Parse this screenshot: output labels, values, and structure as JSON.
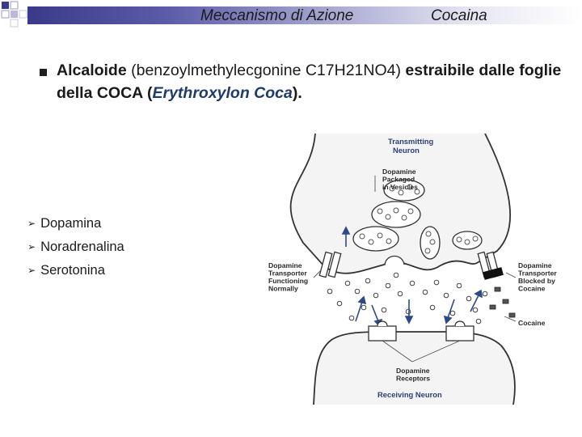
{
  "header": {
    "title_left": "Meccanismo di Azione",
    "title_right": "Cocaina"
  },
  "bullet": {
    "lead": "Alcaloide",
    "formula_text": "(benzoylmethylecgonine C17H21NO4)",
    "after": " estraibile dalle foglie della COCA (",
    "species": "Erythroxylon Coca",
    "end": ")."
  },
  "neurotransmitters": [
    "Dopamina",
    "Noradrenalina",
    "Serotonina"
  ],
  "diagram": {
    "transmitting_neuron": [
      "Transmitting",
      "Neuron"
    ],
    "dopamine_packaged": [
      "Dopamine",
      "Packaged",
      "in Vesicles"
    ],
    "transporter_normal": [
      "Dopamine",
      "Transporter",
      "Functioning",
      "Normally"
    ],
    "transporter_blocked": [
      "Dopamine",
      "Transporter",
      "Blocked by",
      "Cocaine"
    ],
    "cocaine": "Cocaine",
    "receptors": [
      "Dopamine",
      "Receptors"
    ],
    "receiving_neuron": "Receiving Neuron"
  },
  "colors": {
    "title_bar_dark": "#3a3a8a",
    "species_text": "#1f3b6b",
    "neuron_label": "#2c3f7a"
  }
}
